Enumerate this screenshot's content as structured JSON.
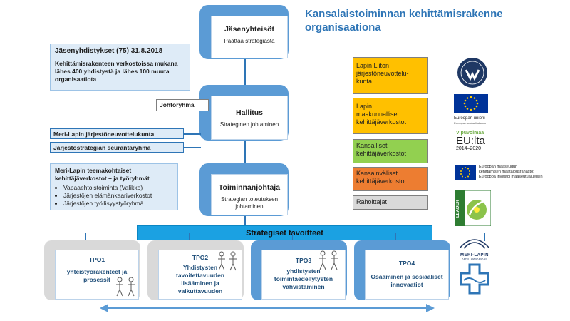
{
  "title": "Kansalaistoiminnan kehittämisrakenne organisaationa",
  "center": {
    "jasenyhteisot": {
      "title": "Jäsenyhteisöt",
      "subtitle": "Päättää strategiasta"
    },
    "hallitus": {
      "title": "Hallitus",
      "subtitle": "Strateginen johtaminen"
    },
    "toiminnanjohtaja": {
      "title": "Toiminnanjohtaja",
      "subtitle_line1": "Strategian toteutuksen",
      "subtitle_line2": "johtaminen"
    }
  },
  "jasenyhdistykset": {
    "heading": "Jäsenyhdistykset (75) 31.8.2018",
    "line1": "Kehittämisrakenteen verkostoissa mukana",
    "line2": "lähes 400 yhdistystä ja lähes 100 muuta",
    "line3": "organisaatiota"
  },
  "johtoryhma": "Johtoryhmä",
  "merilappi_neuvottelukunta": "Meri-Lapin järjestöneuvottelukunta",
  "seurantaryhma": "Järjestöstrategian seurantaryhmä",
  "teemaverkostot": {
    "heading_line1": "Meri-Lapin teemakohtaiset",
    "heading_line2": "kehittäjäverkostot – ja työryhmät",
    "items": [
      "Vapaaehtoistoiminta (Valikko)",
      "Järjestöjen elämänkaariverkostot",
      "Järjestöjen työllisyystyöryhmä"
    ]
  },
  "strategiset_tavoitteet": "Strategiset tavoitteet",
  "tpo": [
    {
      "code": "TPO1",
      "line1": "yhteistyörakenteet ja",
      "line2": "prosessit",
      "line3": "",
      "line4": ""
    },
    {
      "code": "TPO2",
      "line1": "Yhdistysten",
      "line2": "tavoitettavuuden",
      "line3": "lisääminen ja",
      "line4": "vaikuttavuuden"
    },
    {
      "code": "TPO3",
      "line1": "yhdistysten",
      "line2": "toimintaedellytysten",
      "line3": "vahvistaminen",
      "line4": ""
    },
    {
      "code": "TPO4",
      "line1": "Osaaminen ja sosiaaliset",
      "line2": "innovaatiot",
      "line3": "",
      "line4": ""
    }
  ],
  "legend": [
    {
      "line1": "Lapin Liiton",
      "line2": "järjestöneuvottelu-",
      "line3": "kunta",
      "color": "#ffc000"
    },
    {
      "line1": "Lapin",
      "line2": "maakunnalliset",
      "line3": "kehittäjäverkostot",
      "color": "#ffc000"
    },
    {
      "line1": "Kansalliset",
      "line2": "kehittäjäverkostot",
      "line3": "",
      "color": "#92d050"
    },
    {
      "line1": "Kansainväliset",
      "line2": "kehittäjäverkostot",
      "line3": "",
      "color": "#ed7d31"
    },
    {
      "line1": "Rahoittajat",
      "line2": "",
      "line3": "",
      "color": "#d9d9d9"
    }
  ],
  "logos": {
    "eu_label": "Euroopan unioni",
    "eu_sub": "Euroopan sosiaalirahasto",
    "vipuvoimaa": "Vipuvoimaa",
    "eulta": "EU:lta",
    "years": "2014–2020",
    "maaseutu_line1": "Euroopan maaseudun",
    "maaseutu_line2": "kehittämisen maatalousrahasto:",
    "maaseutu_line3": "Eurooppa investoi maaseutualueisiin",
    "leader": "LEADER",
    "merilappi": "MERI-LAPIN",
    "merilappi_sub": "KEHITTÄMISKESKUS"
  },
  "colors": {
    "accent": "#5b9bd5",
    "title": "#2e75b6",
    "bar": "#1ba1e2"
  }
}
